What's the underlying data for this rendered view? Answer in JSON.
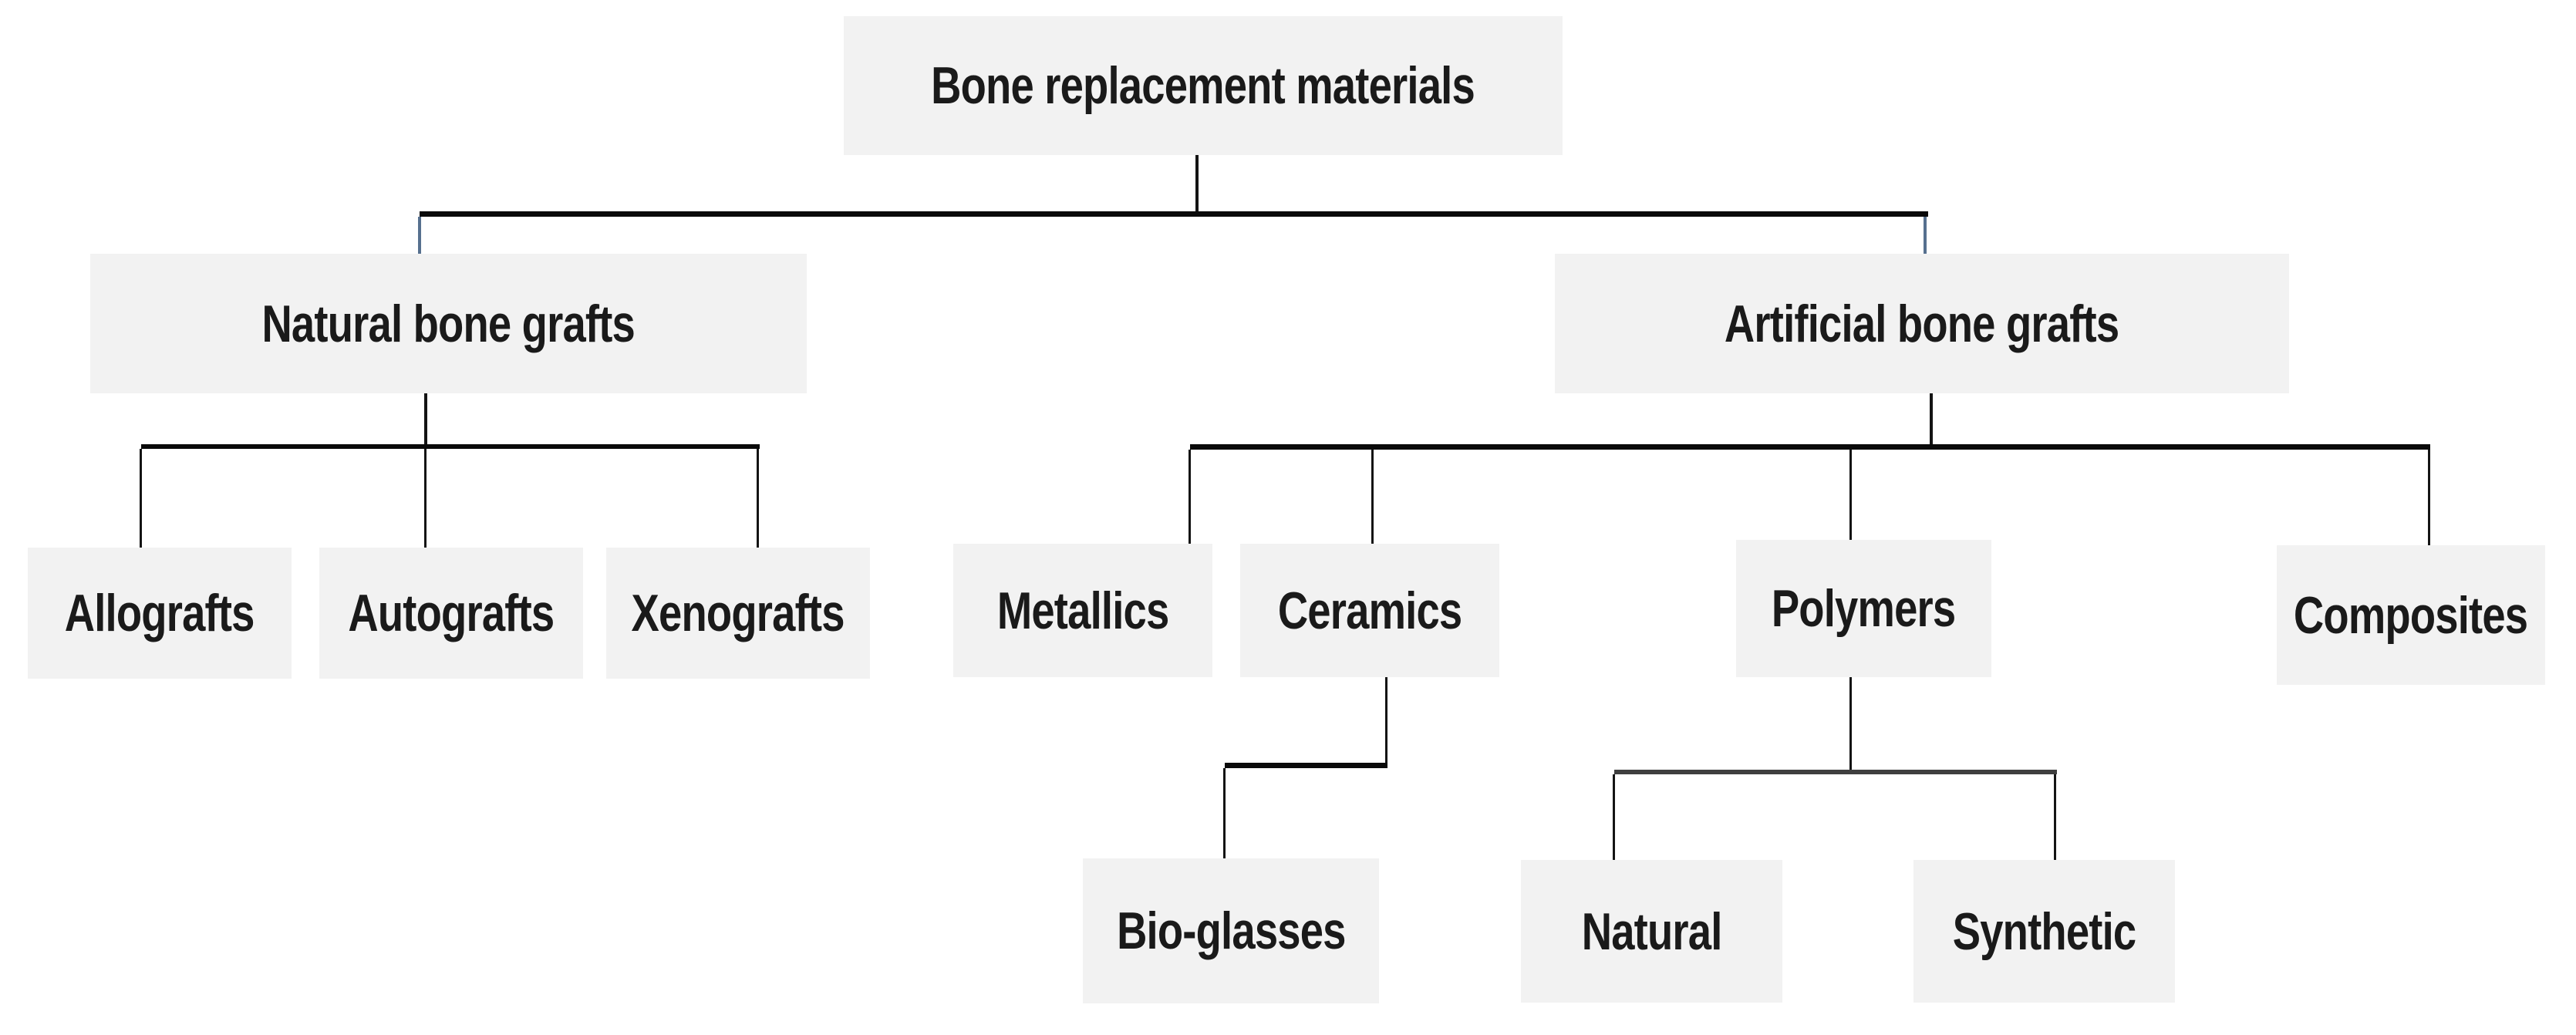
{
  "diagram": {
    "type": "tree",
    "title": "Bone replacement materials classification",
    "colors": {
      "box_background": "#f2f2f2",
      "text": "#1a1a1a",
      "connector_black": "#0a0a0a",
      "connector_blue": "#56708f",
      "page_background": "#ffffff"
    },
    "nodes": {
      "root": {
        "label": "Bone replacement materials"
      },
      "natural": {
        "label": "Natural bone grafts"
      },
      "artificial": {
        "label": "Artificial bone grafts"
      },
      "allografts": {
        "label": "Allografts"
      },
      "autografts": {
        "label": "Autografts"
      },
      "xenografts": {
        "label": "Xenografts"
      },
      "metallics": {
        "label": "Metallics"
      },
      "ceramics": {
        "label": "Ceramics"
      },
      "polymers": {
        "label": "Polymers"
      },
      "composites": {
        "label": "Composites"
      },
      "bioglasses": {
        "label": "Bio-glasses"
      },
      "naturalpoly": {
        "label": "Natural"
      },
      "synthetic": {
        "label": "Synthetic"
      }
    },
    "edges": [
      {
        "parent": "Bone replacement materials",
        "child": "Natural bone grafts"
      },
      {
        "parent": "Bone replacement materials",
        "child": "Artificial bone grafts"
      },
      {
        "parent": "Natural bone grafts",
        "child": "Allografts"
      },
      {
        "parent": "Natural bone grafts",
        "child": "Autografts"
      },
      {
        "parent": "Natural bone grafts",
        "child": "Xenografts"
      },
      {
        "parent": "Artificial bone grafts",
        "child": "Metallics"
      },
      {
        "parent": "Artificial bone grafts",
        "child": "Ceramics"
      },
      {
        "parent": "Artificial bone grafts",
        "child": "Polymers"
      },
      {
        "parent": "Artificial bone grafts",
        "child": "Composites"
      },
      {
        "parent": "Ceramics",
        "child": "Bio-glasses"
      },
      {
        "parent": "Polymers",
        "child": "Natural"
      },
      {
        "parent": "Polymers",
        "child": "Synthetic"
      }
    ]
  }
}
